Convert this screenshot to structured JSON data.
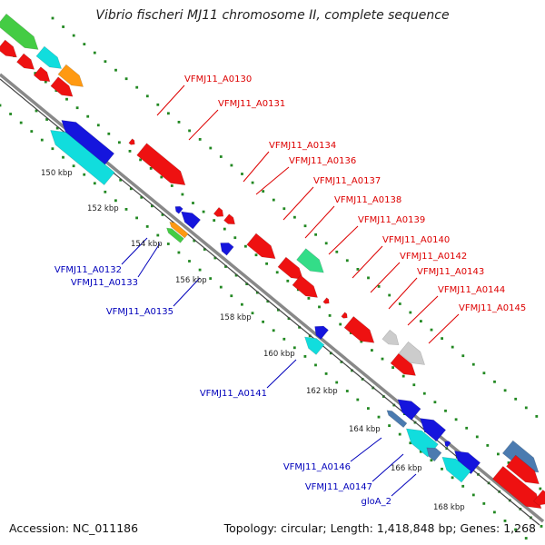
{
  "title": "Vibrio fischeri MJ11 chromosome II, complete sequence",
  "footer": {
    "accession": "Accession: NC_011186",
    "summary": "Topology: circular; Length: 1,418,848 bp; Genes: 1,268"
  },
  "colors": {
    "backbone": "#888888",
    "forward_label": "#dd0000",
    "reverse_label": "#0000bb",
    "tick_marks": "#228822",
    "red": "#ee1111",
    "blue": "#1515dd",
    "cyan": "#11dddd",
    "green": "#44cc44",
    "seagreen": "#33dd88",
    "orange": "#ff9911",
    "grey": "#cccccc",
    "steelblue": "#4b7bb0"
  },
  "scale_labels": [
    "150 kbp",
    "152 kbp",
    "154 kbp",
    "156 kbp",
    "158 kbp",
    "160 kbp",
    "162 kbp",
    "164 kbp",
    "166 kbp",
    "168 kbp"
  ],
  "forward_genes": [
    "VFMJ11_A0130",
    "VFMJ11_A0131",
    "VFMJ11_A0134",
    "VFMJ11_A0136",
    "VFMJ11_A0137",
    "VFMJ11_A0138",
    "VFMJ11_A0139",
    "VFMJ11_A0140",
    "VFMJ11_A0142",
    "VFMJ11_A0143",
    "VFMJ11_A0144",
    "VFMJ11_A0145"
  ],
  "reverse_genes": [
    "VFMJ11_A0132",
    "VFMJ11_A0133",
    "VFMJ11_A0135",
    "VFMJ11_A0141",
    "VFMJ11_A0146",
    "VFMJ11_A0147",
    "gloA_2"
  ]
}
